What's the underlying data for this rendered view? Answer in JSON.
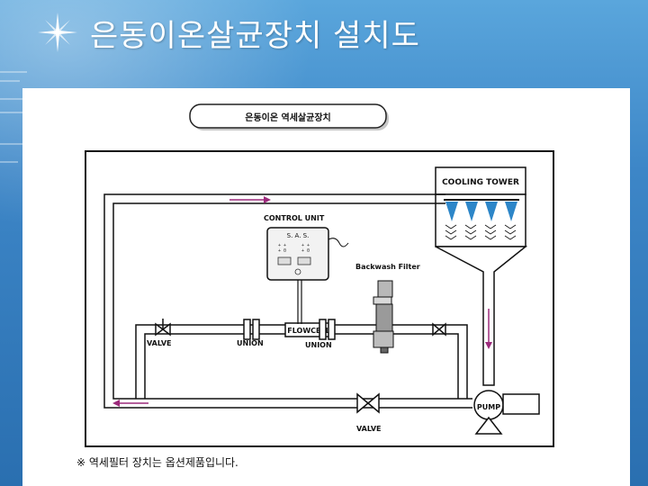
{
  "slide": {
    "title": "은동이온살균장치 설치도"
  },
  "diagram": {
    "header_badge": "은동이온 역세살균장치",
    "cooling_tower_label": "COOLING TOWER",
    "control_unit_label": "CONTROL UNIT",
    "control_unit_model": "S. A. S.",
    "backwash_filter_label": "Backwash Filter",
    "flowcell_label": "FLOWCELL",
    "valve_left_label": "VALVE",
    "union_left_label": "UNION",
    "union_right_label": "UNION",
    "valve_bottom_label": "VALVE",
    "pump_label": "PUMP",
    "footnote": "※ 역세필터 장치는 옵션제품입니다."
  },
  "colors": {
    "background": "#2f76b5",
    "arrow": "#9c2a7b",
    "nozzle": "#2d86c8",
    "pipe": "#111111"
  }
}
